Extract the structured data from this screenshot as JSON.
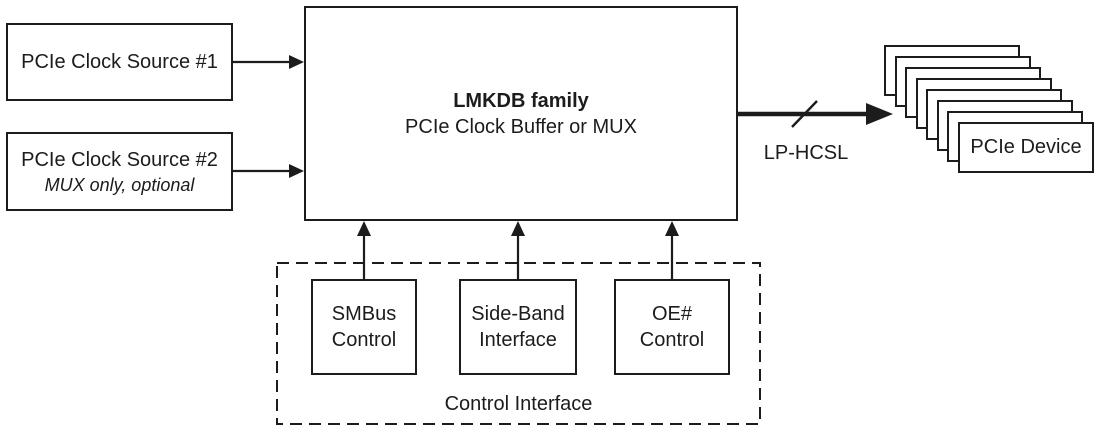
{
  "diagram": {
    "sources": [
      {
        "label": "PCIe Clock Source #1"
      },
      {
        "label": "PCIe Clock Source #2",
        "note": "MUX only, optional"
      }
    ],
    "main": {
      "title": "LMKDB family",
      "subtitle": "PCIe Clock Buffer or MUX"
    },
    "output": {
      "bus_label": "LP-HCSL",
      "device_label": "PCIe Device",
      "device_stack_count": 8
    },
    "control": {
      "group_label": "Control Interface",
      "blocks": [
        {
          "line1": "SMBus",
          "line2": "Control"
        },
        {
          "line1": "Side-Band",
          "line2": "Interface"
        },
        {
          "line1": "OE#",
          "line2": "Control"
        }
      ]
    },
    "colors": {
      "line": "#1c1c1c",
      "background": "#ffffff"
    }
  }
}
